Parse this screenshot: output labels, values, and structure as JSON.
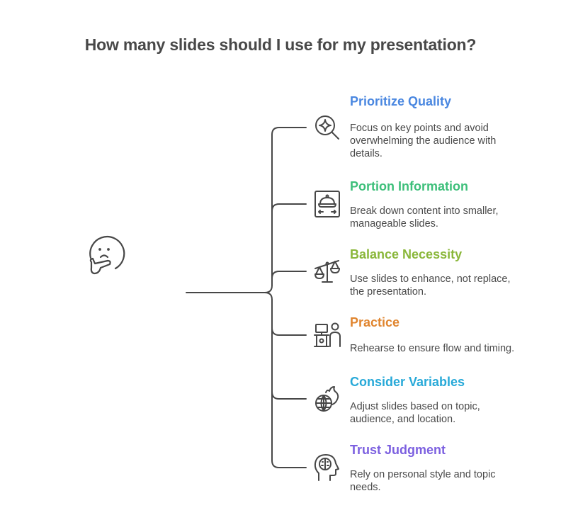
{
  "title": "How many slides should I use for my presentation?",
  "central": {
    "icon": "thinking-face-icon"
  },
  "nodes": [
    {
      "title": "Prioritize Quality",
      "description": "Focus on key points and avoid overwhelming the audience with details.",
      "icon": "sparkle-search-icon",
      "color": "#4a87e0"
    },
    {
      "title": "Portion Information",
      "description": "Break down content into smaller, manageable slides.",
      "icon": "serving-cloche-icon",
      "color": "#3dbf7a"
    },
    {
      "title": "Balance Necessity",
      "description": "Use slides to enhance, not replace, the presentation.",
      "icon": "balance-scale-icon",
      "color": "#8ab73a"
    },
    {
      "title": "Practice",
      "description": "Rehearse to ensure flow and timing.",
      "icon": "presenter-podium-icon",
      "color": "#e0852f"
    },
    {
      "title": "Consider Variables",
      "description": "Adjust slides based on topic, audience, and location.",
      "icon": "globe-flame-icon",
      "color": "#27a9d8"
    },
    {
      "title": "Trust Judgment",
      "description": "Rely on personal style and topic needs.",
      "icon": "head-mind-icon",
      "color": "#7c60e0"
    }
  ],
  "colors": {
    "line": "#474747",
    "text": "#4a4a4a",
    "title": "#484848"
  }
}
